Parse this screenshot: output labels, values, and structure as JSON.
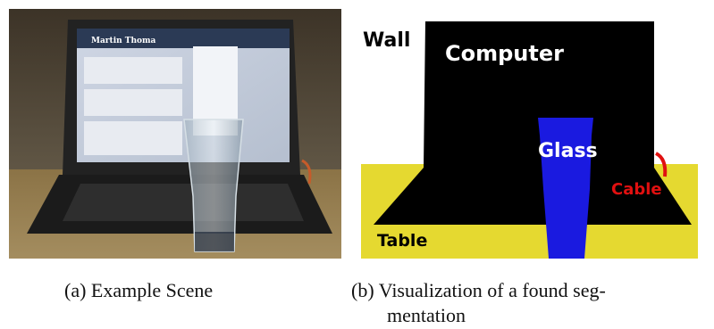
{
  "figures": [
    {
      "id": "a",
      "caption": "(a) Example Scene",
      "screen_title": "Martin Thoma"
    },
    {
      "id": "b",
      "caption_line1": "(b) Visualization of a found seg-",
      "caption_line2": "mentation",
      "labels": {
        "wall": "Wall",
        "computer": "Computer",
        "glass": "Glass",
        "cable": "Cable",
        "table": "Table"
      },
      "colors": {
        "wall": "#ffffff",
        "computer": "#000000",
        "glass": "#1a1ae0",
        "cable": "#e01010",
        "table": "#e5d930"
      }
    }
  ]
}
